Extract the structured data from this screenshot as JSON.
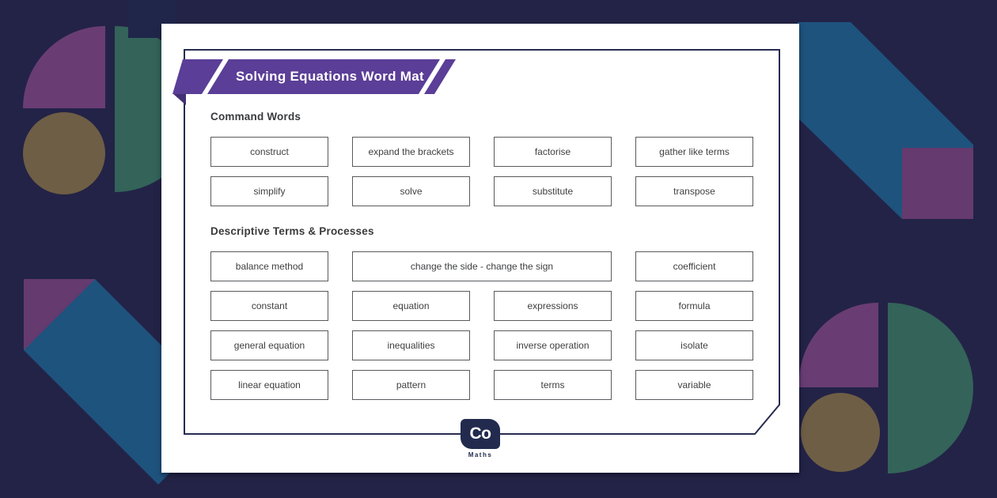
{
  "banner": {
    "title": "Solving Equations Word Mat"
  },
  "sections": [
    {
      "heading": "Command Words",
      "words": [
        {
          "label": "construct"
        },
        {
          "label": "expand the brackets"
        },
        {
          "label": "factorise"
        },
        {
          "label": "gather like terms"
        },
        {
          "label": "simplify"
        },
        {
          "label": "solve"
        },
        {
          "label": "substitute"
        },
        {
          "label": "transpose"
        }
      ]
    },
    {
      "heading": "Descriptive Terms & Processes",
      "words": [
        {
          "label": "balance method"
        },
        {
          "label": "change the side - change the sign",
          "span": 2
        },
        {
          "label": "coefficient"
        },
        {
          "label": "constant"
        },
        {
          "label": "equation"
        },
        {
          "label": "expressions"
        },
        {
          "label": "formula"
        },
        {
          "label": "general equation"
        },
        {
          "label": "inequalities"
        },
        {
          "label": "inverse operation"
        },
        {
          "label": "isolate"
        },
        {
          "label": "linear equation"
        },
        {
          "label": "pattern"
        },
        {
          "label": "terms"
        },
        {
          "label": "variable"
        }
      ]
    }
  ],
  "logo": {
    "mark": "Co",
    "brand": "Maths"
  },
  "colors": {
    "page_bg": "#232347",
    "card_bg": "#ffffff",
    "frame": "#272b50",
    "banner_purple": "#5b3e97",
    "banner_fold": "#433076",
    "heading_text": "#393a3c",
    "box_border": "#595a5d",
    "box_text": "#3e3f41",
    "logo_navy": "#222b4e",
    "decor_purple": "#693d74",
    "decor_purple_square": "#653a6e",
    "decor_teal": "#336359",
    "decor_olive": "#6e5e45",
    "decor_blue": "#1e537e",
    "decor_navy_square": "#20264a"
  }
}
